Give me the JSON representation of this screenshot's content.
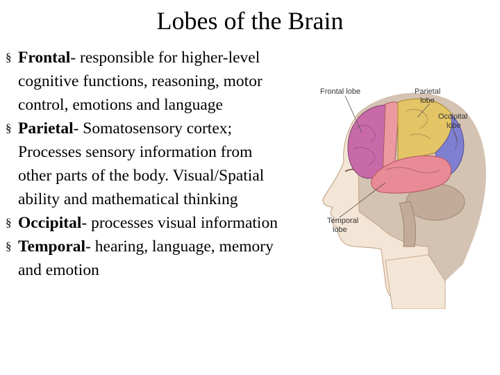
{
  "slide": {
    "title": "Lobes of the Brain",
    "bullets": [
      {
        "marker": "§",
        "term": "Frontal",
        "text": "- responsible for higher-level cognitive functions, reasoning, motor control, emotions and language"
      },
      {
        "marker": "§",
        "term": "Parietal",
        "text": "- Somatosensory cortex; Processes sensory  information from other parts of the body. Visual/Spatial ability and mathematical thinking"
      },
      {
        "marker": "§",
        "term": "Occipital",
        "text": "- processes visual information"
      },
      {
        "marker": "§",
        "term": "Temporal",
        "text": "- hearing, language, memory and emotion"
      }
    ]
  },
  "figure": {
    "labels": {
      "frontal": "Frontal lobe",
      "parietal_line1": "Parietal",
      "parietal_line2": "lobe",
      "occipital_line1": "Occipital",
      "occipital_line2": "lobe",
      "temporal_line1": "Temporal",
      "temporal_line2": "lobe"
    },
    "colors": {
      "frontal": "#c86aa8",
      "parietal": "#e3c565",
      "occipital": "#7f7fd2",
      "temporal": "#e98b96",
      "cerebellum": "#c2ab98",
      "motor_strip": "#ec9aa0",
      "skin": "#f4e6d6",
      "hair": "#b08f72"
    }
  }
}
